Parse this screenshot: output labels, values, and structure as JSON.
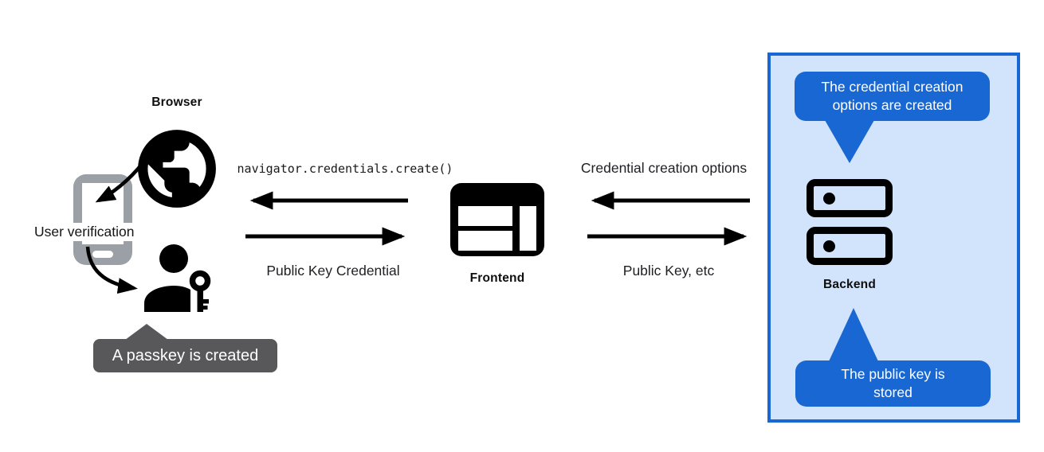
{
  "labels": {
    "browser": "Browser",
    "user_verification": "User verification",
    "frontend": "Frontend",
    "backend": "Backend"
  },
  "messages": {
    "create_call": "navigator.credentials.create()",
    "public_key_credential": "Public Key Credential",
    "credential_creation_options": "Credential creation options",
    "public_key_etc": "Public Key, etc"
  },
  "callouts": {
    "passkey_created": "A passkey is created",
    "options_created_lines": [
      "The credential creation",
      "options are created"
    ],
    "key_stored_lines": [
      "The public key is",
      "stored"
    ]
  },
  "icons": {
    "browser": "globe-icon",
    "user_verification": "smartphone-icon",
    "passkey": "person-with-key-icon",
    "frontend": "browser-window-layout-icon",
    "backend": "server-stack-icon"
  },
  "colors": {
    "bubble_blue": "#1967d2",
    "panel_fill": "#d2e3fc",
    "panel_border": "#1967d2",
    "tooltip_gray": "#58585a",
    "phone_gray": "#9aa0a6",
    "ink": "#000000",
    "text": "#202124",
    "background": "#ffffff"
  }
}
